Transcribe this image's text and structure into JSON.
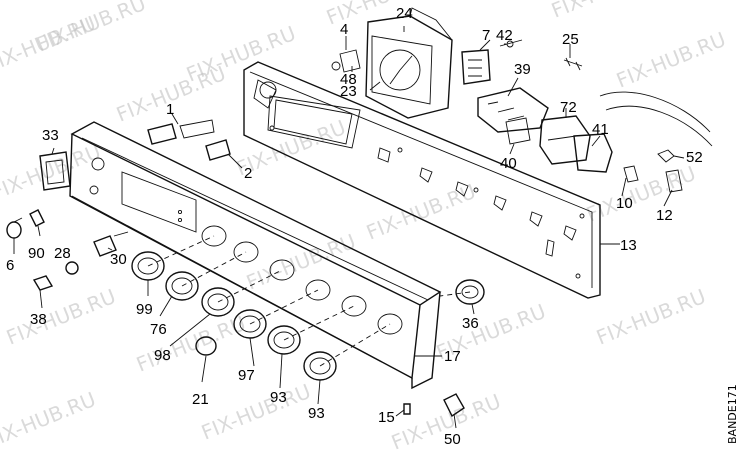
{
  "watermark": "FIX-HUB.RU",
  "drawing_code": "BANDE171",
  "callouts": {
    "c1": "1",
    "c2": "2",
    "c4": "4",
    "c6": "6",
    "c7": "7",
    "c10": "10",
    "c12": "12",
    "c13": "13",
    "c15": "15",
    "c17": "17",
    "c21": "21",
    "c23": "23",
    "c24": "24",
    "c25": "25",
    "c28": "28",
    "c30": "30",
    "c33": "33",
    "c36": "36",
    "c38": "38",
    "c39": "39",
    "c40": "40",
    "c41": "41",
    "c42": "42",
    "c48": "48",
    "c50": "50",
    "c52": "52",
    "c72": "72",
    "c76": "76",
    "c90": "90",
    "c93a": "93",
    "c93b": "93",
    "c97": "97",
    "c98": "98",
    "c99": "99"
  }
}
